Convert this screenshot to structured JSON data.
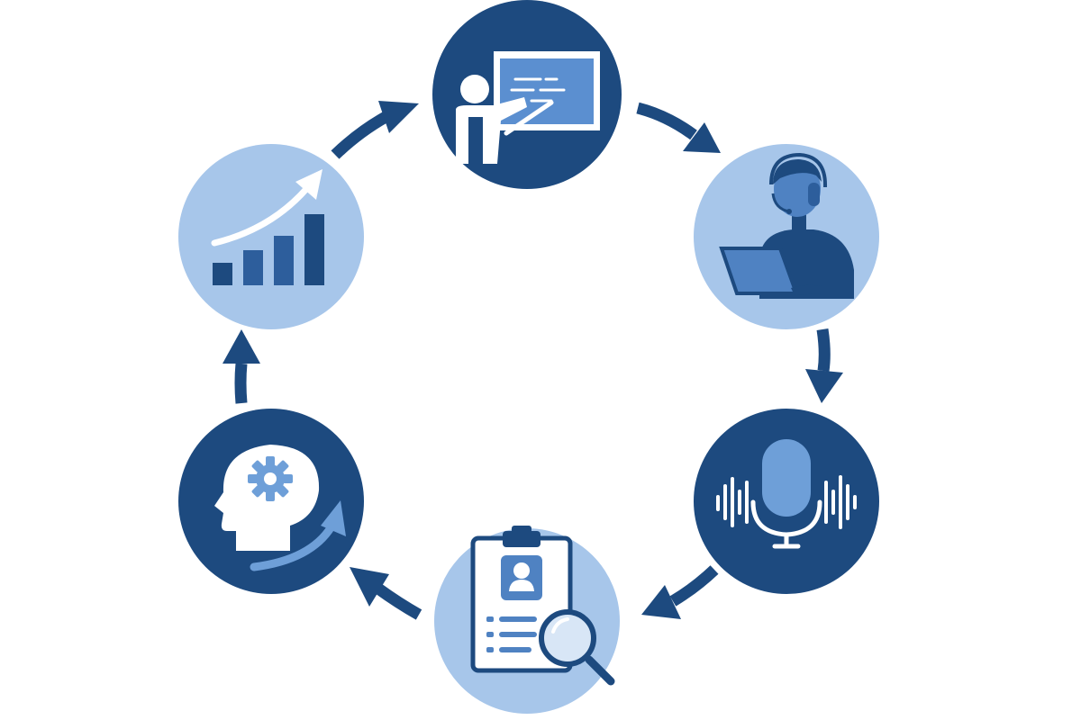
{
  "diagram": {
    "type": "cycle",
    "direction": "clockwise",
    "colors": {
      "dark": "#1d4a7f",
      "mid": "#4f82c2",
      "light": "#a7c6ea",
      "pale": "#d8e6f6",
      "white": "#ffffff",
      "background": "#ffffff"
    },
    "nodes": [
      {
        "id": "training",
        "icon": "presenter-whiteboard-icon",
        "style": "dark"
      },
      {
        "id": "support",
        "icon": "headset-agent-laptop-icon",
        "style": "light"
      },
      {
        "id": "voice",
        "icon": "microphone-soundwave-icon",
        "style": "dark"
      },
      {
        "id": "review",
        "icon": "clipboard-profile-magnifier-icon",
        "style": "light"
      },
      {
        "id": "learning",
        "icon": "head-gear-growth-arrow-icon",
        "style": "dark"
      },
      {
        "id": "growth",
        "icon": "bar-chart-rising-arrow-icon",
        "style": "light"
      }
    ],
    "arrows": [
      {
        "from": "training",
        "to": "support",
        "icon": "curved-arrow-icon"
      },
      {
        "from": "support",
        "to": "voice",
        "icon": "curved-arrow-icon"
      },
      {
        "from": "voice",
        "to": "review",
        "icon": "curved-arrow-icon"
      },
      {
        "from": "review",
        "to": "learning",
        "icon": "curved-arrow-icon"
      },
      {
        "from": "learning",
        "to": "growth",
        "icon": "curved-arrow-icon"
      },
      {
        "from": "growth",
        "to": "training",
        "icon": "curved-arrow-icon"
      }
    ]
  }
}
